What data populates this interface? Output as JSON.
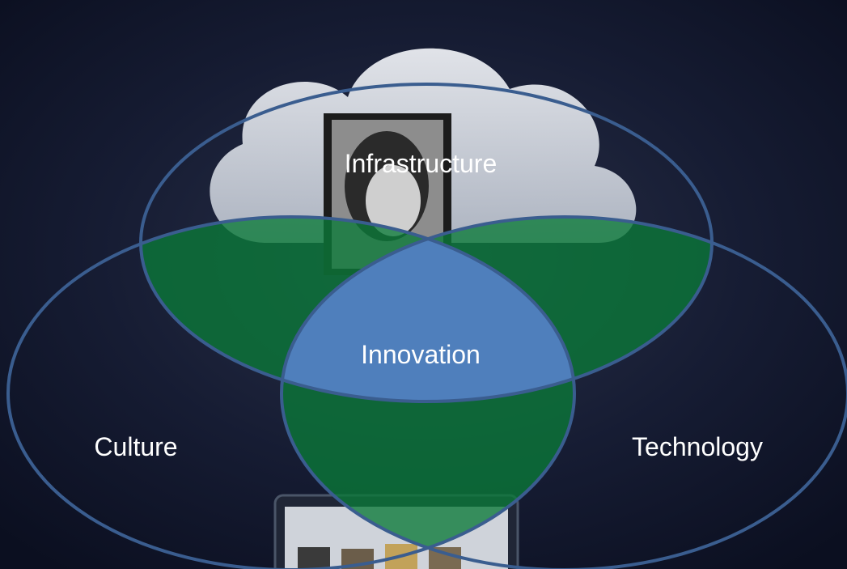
{
  "venn": {
    "top_label": "Infrastructure",
    "left_label": "Culture",
    "right_label": "Technology",
    "center_label": "Innovation"
  },
  "colors": {
    "background": "#0d1224",
    "outline": "#3a5d8f",
    "pairwise_overlap": "#0c6f34",
    "center_overlap": "#4f7fbc",
    "text": "#ffffff"
  }
}
